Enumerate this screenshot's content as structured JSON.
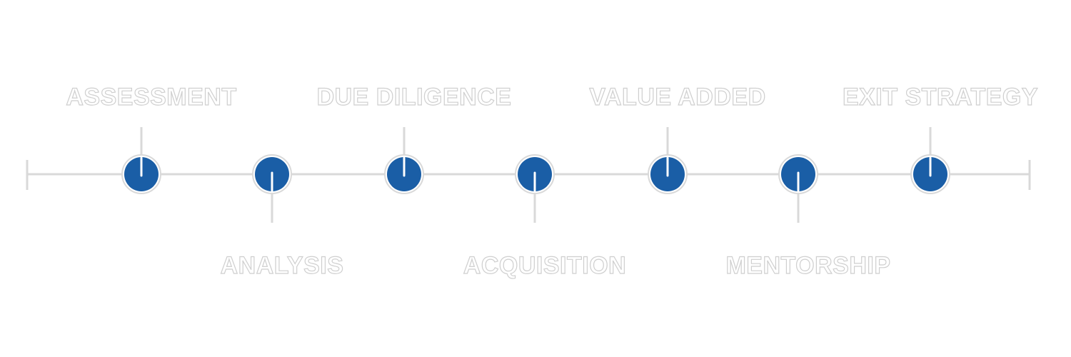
{
  "timeline": {
    "stages": [
      {
        "label": "ASSESSMENT",
        "position": "top"
      },
      {
        "label": "ANALYSIS",
        "position": "bottom"
      },
      {
        "label": "DUE DILIGENCE",
        "position": "top"
      },
      {
        "label": "ACQUISITION",
        "position": "bottom"
      },
      {
        "label": "VALUE ADDED",
        "position": "top"
      },
      {
        "label": "MENTORSHIP",
        "position": "bottom"
      },
      {
        "label": "EXIT STRATEGY",
        "position": "top"
      }
    ]
  },
  "colors": {
    "node": "#1a5ea6",
    "line": "#d9d9d9",
    "outline": "#cfcfcf",
    "text_fill": "#ffffff"
  }
}
